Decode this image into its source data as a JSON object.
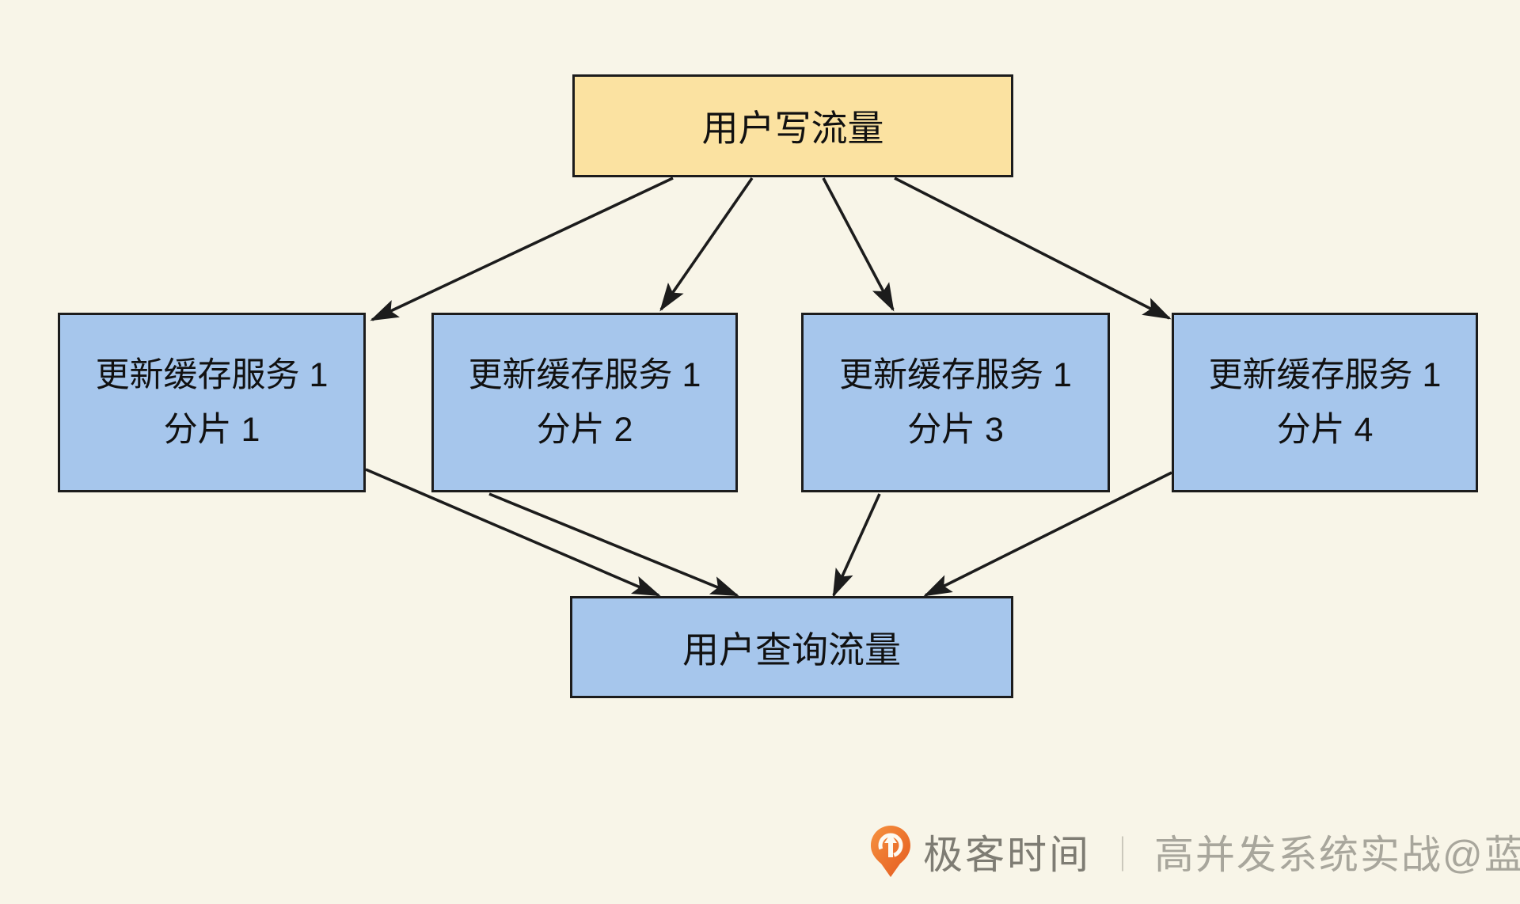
{
  "diagram": {
    "top_node": {
      "id": "user-write-traffic",
      "label": "用户写流量",
      "fill": "#fbe2a1"
    },
    "shard_nodes": [
      {
        "id": "shard-1",
        "line1": "更新缓存服务 1",
        "line2": "分片 1",
        "fill": "#a6c6ec"
      },
      {
        "id": "shard-2",
        "line1": "更新缓存服务 1",
        "line2": "分片 2",
        "fill": "#a6c6ec"
      },
      {
        "id": "shard-3",
        "line1": "更新缓存服务 1",
        "line2": "分片 3",
        "fill": "#a6c6ec"
      },
      {
        "id": "shard-4",
        "line1": "更新缓存服务 1",
        "line2": "分片 4",
        "fill": "#a6c6ec"
      }
    ],
    "bottom_node": {
      "id": "user-query-traffic",
      "label": "用户查询流量",
      "fill": "#a6c6ec"
    },
    "edges": [
      {
        "from": "user-write-traffic",
        "to": "shard-1"
      },
      {
        "from": "user-write-traffic",
        "to": "shard-2"
      },
      {
        "from": "user-write-traffic",
        "to": "shard-3"
      },
      {
        "from": "user-write-traffic",
        "to": "shard-4"
      },
      {
        "from": "shard-1",
        "to": "user-query-traffic"
      },
      {
        "from": "shard-2",
        "to": "user-query-traffic"
      },
      {
        "from": "shard-3",
        "to": "user-query-traffic"
      },
      {
        "from": "shard-4",
        "to": "user-query-traffic"
      }
    ]
  },
  "watermark": {
    "logo_icon": "geektime-logo",
    "brand": "极客时间",
    "divider": "｜",
    "credit": "高并发系统实战@蓝天"
  },
  "colors": {
    "background": "#f8f5e8",
    "yellow_fill": "#fbe2a1",
    "blue_fill": "#a6c6ec",
    "line": "#1c1c1c",
    "logo_orange": "#ed6c2d",
    "brand_text": "#7e7c73",
    "credit_text": "#a8a69c"
  }
}
